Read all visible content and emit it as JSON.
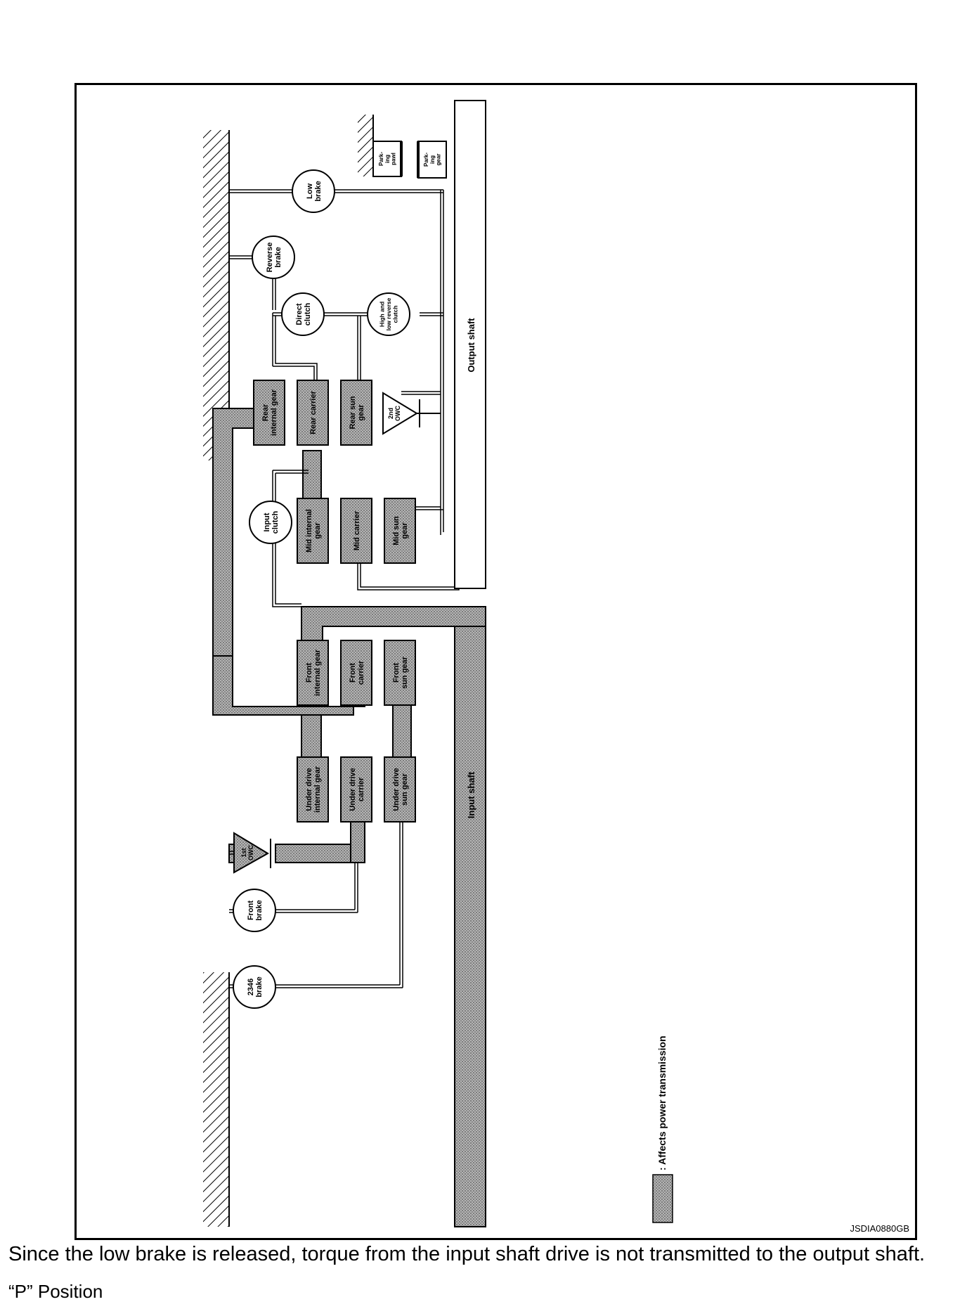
{
  "labels": {
    "reverse_brake": [
      "Reverse",
      "brake"
    ],
    "low_brake": [
      "Low",
      "brake"
    ],
    "direct_clutch": [
      "Direct",
      "clutch"
    ],
    "hlr_clutch": [
      "High and",
      "low reverse",
      "clutch"
    ],
    "input_clutch": [
      "Input",
      "clutch"
    ],
    "front_brake": [
      "Front",
      "brake"
    ],
    "brake_2346": [
      "2346",
      "brake"
    ],
    "parking_pawl": [
      "Park-",
      "ing",
      "pawl"
    ],
    "parking_gear": [
      "Park-",
      "ing",
      "gear"
    ],
    "owc_1st": [
      "1st",
      "OWC"
    ],
    "owc_2nd": [
      "2nd",
      "OWC"
    ],
    "rear_internal_gear": [
      "Rear",
      "internal gear"
    ],
    "rear_carrier": [
      "Rear carrier"
    ],
    "rear_sun_gear": [
      "Rear sun",
      "gear"
    ],
    "mid_internal_gear": [
      "Mid internal",
      "gear"
    ],
    "mid_carrier": [
      "Mid carrier"
    ],
    "mid_sun_gear": [
      "Mid sun",
      "gear"
    ],
    "front_internal_gear": [
      "Front",
      "internal gear"
    ],
    "front_carrier": [
      "Front",
      "carrier"
    ],
    "front_sun_gear": [
      "Front",
      "sun gear"
    ],
    "ud_internal_gear": [
      "Under drive",
      "internal gear"
    ],
    "ud_carrier": [
      "Under drive",
      "carrier"
    ],
    "ud_sun_gear": [
      "Under drive",
      "sun gear"
    ],
    "output_shaft": [
      "Output shaft"
    ],
    "input_shaft": [
      "Input shaft"
    ]
  },
  "legend": ": Affects power transmission",
  "code": "JSDIA0880GB",
  "caption": "Since the low brake is released, torque from the input shaft drive is not transmitted to the output shaft.",
  "position": "“P” Position",
  "colors": {
    "shade": "#a9a9a9",
    "line": "#000000"
  }
}
